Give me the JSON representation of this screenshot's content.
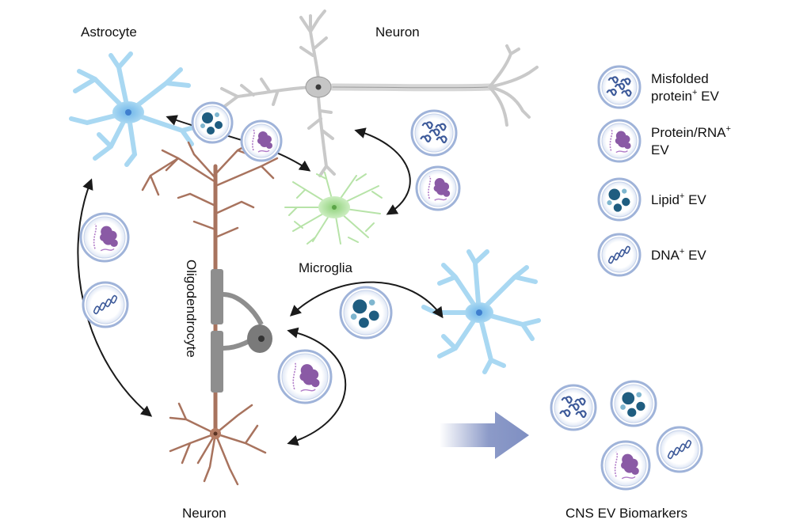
{
  "labels": {
    "astrocyte": "Astrocyte",
    "neuron_top": "Neuron",
    "microglia": "Microglia",
    "oligodendrocyte": "Oligodendrocyte",
    "neuron_bottom": "Neuron",
    "biomarkers": "CNS EV Biomarkers"
  },
  "legend": [
    {
      "type": "misfolded",
      "lines": [
        {
          "text": "Misfolded",
          "sup": ""
        },
        {
          "text": "protein",
          "sup": "+",
          "after": " EV"
        }
      ]
    },
    {
      "type": "protein",
      "lines": [
        {
          "text": "Protein/RNA",
          "sup": "+"
        },
        {
          "text": "EV",
          "sup": ""
        }
      ]
    },
    {
      "type": "lipid",
      "lines": [
        {
          "text": "Lipid",
          "sup": "+",
          "after": " EV"
        }
      ]
    },
    {
      "type": "dna",
      "lines": [
        {
          "text": "DNA",
          "sup": "+",
          "after": " EV"
        }
      ]
    }
  ],
  "colors": {
    "astrocyte": "#a9d8f2",
    "astrocyte_stroke": "#7fbfe6",
    "neuron_gray": "#d6d6d6",
    "neuron_gray_stroke": "#9a9a9a",
    "neuron_brown": "#a8735e",
    "microglia": "#b7e3a8",
    "oligo": "#8e8e8e",
    "vesicle_ring": "#9fb3d9",
    "protein": "#8a5aa5",
    "dna": "#3d5a9a",
    "lipid": "#1f5d80",
    "arrow": "#1a1a1a",
    "big_arrow": "#7f8fc2"
  }
}
